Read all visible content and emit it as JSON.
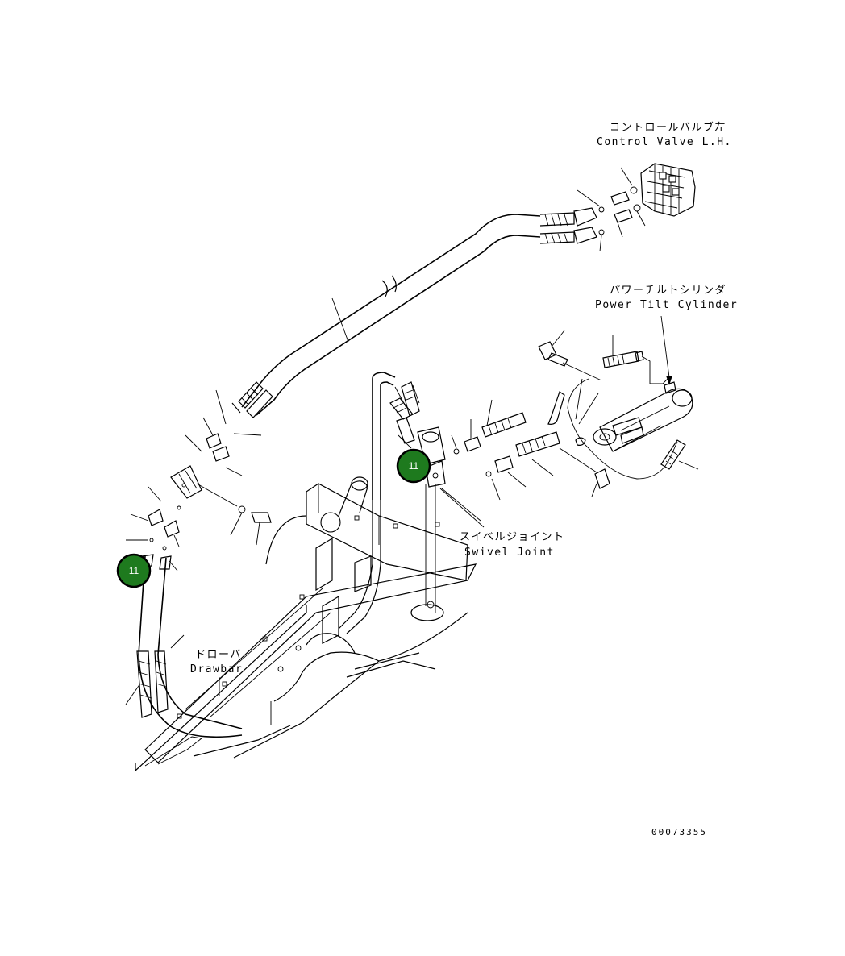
{
  "labels": {
    "control_valve_jp": "コントロールバルブ左",
    "control_valve_en": "Control Valve L.H.",
    "power_tilt_jp": "パワーチルトシリンダ",
    "power_tilt_en": "Power Tilt Cylinder",
    "swivel_joint_jp": "スイベルジョイント",
    "swivel_joint_en": "Swivel Joint",
    "drawbar_jp": "ドローバ",
    "drawbar_en": "Drawbar",
    "drawing_number": "00073355"
  },
  "callouts": [
    {
      "number": "11"
    },
    {
      "number": "11"
    }
  ],
  "colors": {
    "callout_fill": "#1e7a1e",
    "callout_border": "#000000",
    "line": "#000000",
    "background": "#ffffff"
  }
}
